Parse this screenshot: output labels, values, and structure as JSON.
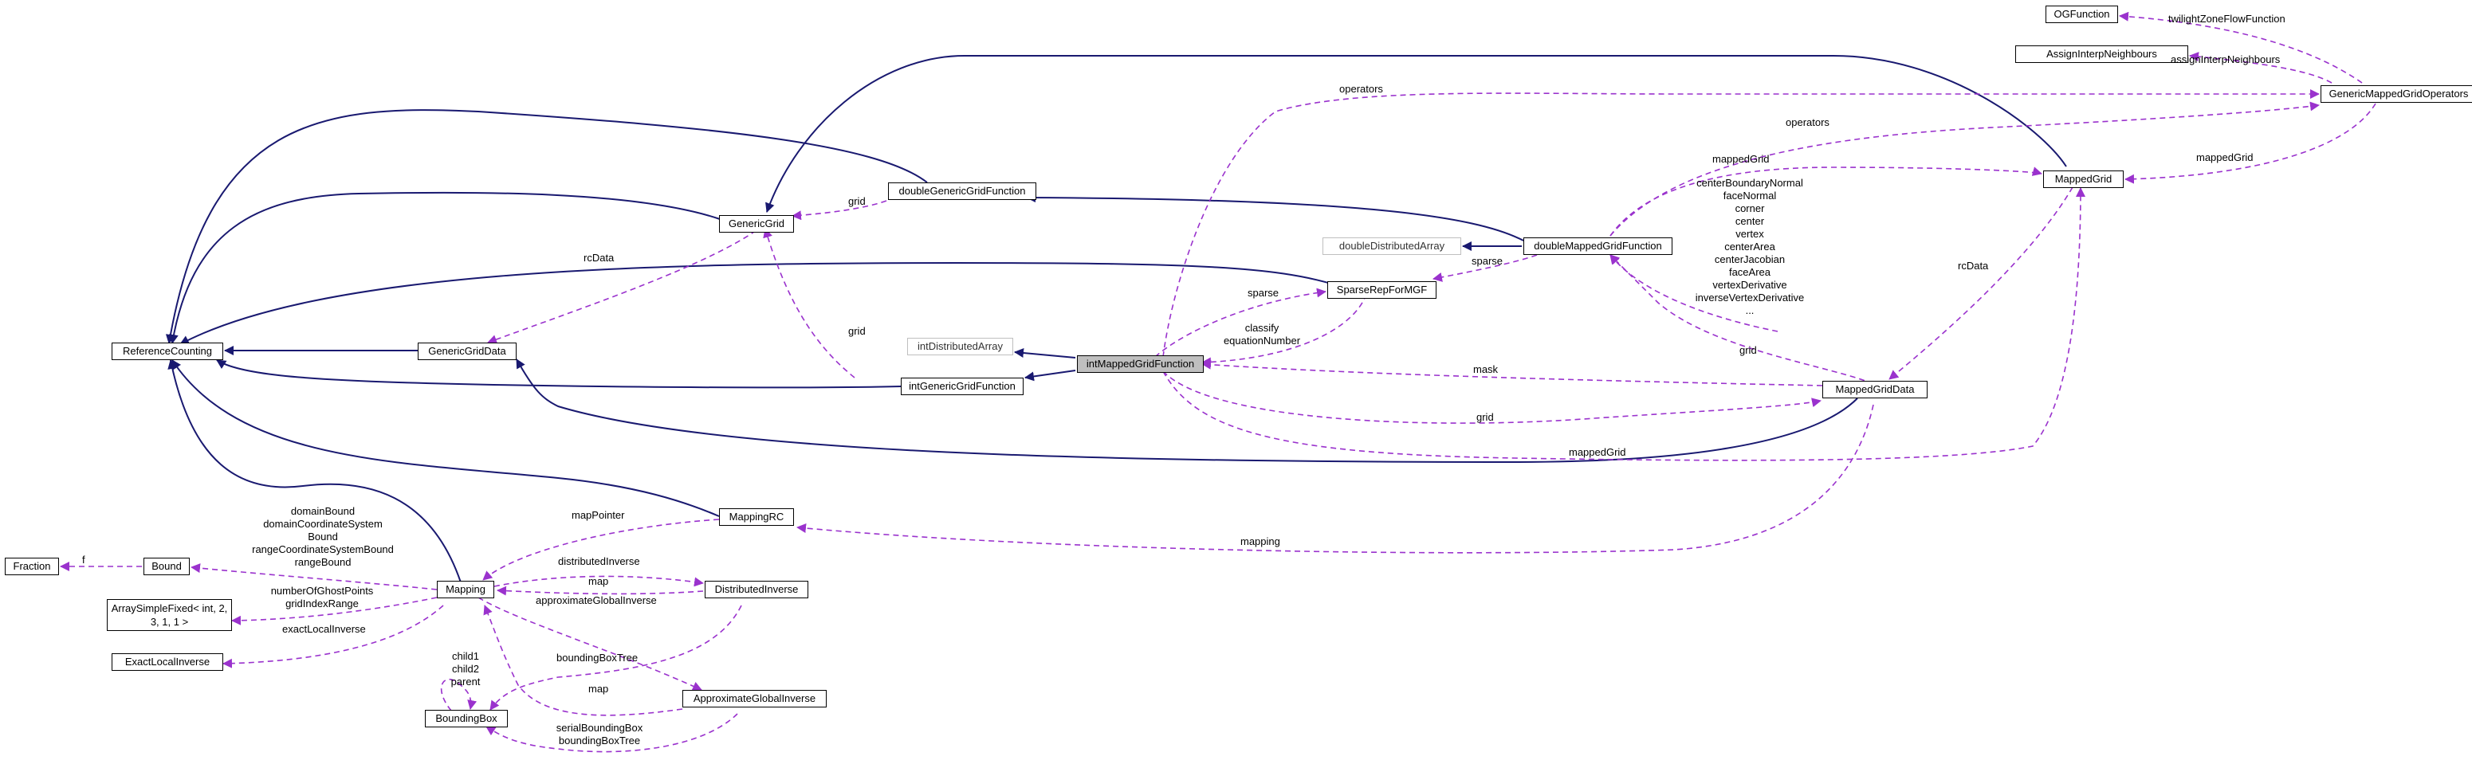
{
  "nodes": {
    "ogfunction": "OGFunction",
    "assigninterp": "AssignInterpNeighbours",
    "genericmappedgridoperators": "GenericMappedGridOperators",
    "mappedgrid": "MappedGrid",
    "doublegenericgridfunction": "doubleGenericGridFunction",
    "genericgrid": "GenericGrid",
    "doubledistributedarray": "doubleDistributedArray",
    "doublemappedgridfunction": "doubleMappedGridFunction",
    "sparserepformgf": "SparseRepForMGF",
    "referencecounting": "ReferenceCounting",
    "genericgriddata": "GenericGridData",
    "intdistributedarray": "intDistributedArray",
    "intmappedgridfunction": "intMappedGridFunction",
    "intgenericgridfunction": "intGenericGridFunction",
    "mappedgriddata": "MappedGridData",
    "mappingrc": "MappingRC",
    "fraction": "Fraction",
    "bound": "Bound",
    "mapping": "Mapping",
    "distributedinverse": "DistributedInverse",
    "arraysimplefixed": "ArraySimpleFixed< int, 2, 3, 1, 1 >",
    "exactlocalinverse": "ExactLocalInverse",
    "boundingbox": "BoundingBox",
    "approximateglobalinverse": "ApproximateGlobalInverse"
  },
  "edge_labels": {
    "twilightzone": "twilightZoneFlowFunction",
    "assigninterp": "assignInterpNeighbours",
    "operators_top": "operators",
    "operators_mid": "operators",
    "mappedgrid_ops": "mappedGrid",
    "mappedgrid_dmgf": "mappedGrid",
    "grid_dggf": "grid",
    "rcdata_sparse": "rcData",
    "sparse_dmgf": "sparse",
    "sparse_imgf": "sparse",
    "grid_iggf": "grid",
    "classify": [
      "classify",
      "equationNumber"
    ],
    "mask": "mask",
    "grid_mgd": "grid",
    "grid_imgf": "grid",
    "rcdata_mgd": "rcData",
    "mappedgrid_imgf": "mappedGrid",
    "dmgf_fields": [
      "centerBoundaryNormal",
      "faceNormal",
      "corner",
      "center",
      "vertex",
      "centerArea",
      "centerJacobian",
      "faceArea",
      "vertexDerivative",
      "inverseVertexDerivative",
      "..."
    ],
    "mappointer": "mapPointer",
    "mapping_mgd": "mapping",
    "bound_fields": [
      "domainBound",
      "domainCoordinateSystem",
      "Bound",
      "rangeCoordinateSystemBound",
      "rangeBound"
    ],
    "fraction_f": "f",
    "distributedinverse": "distributedInverse",
    "map_di": "map",
    "approxglobal": "approximateGlobalInverse",
    "ghostpoints": [
      "numberOfGhostPoints",
      "gridIndexRange"
    ],
    "exactlocal": "exactLocalInverse",
    "boundingboxtree_di": "boundingBoxTree",
    "children": [
      "child1",
      "child2",
      "parent"
    ],
    "map_agi": "map",
    "serialbb": [
      "serialBoundingBox",
      "boundingBoxTree"
    ]
  }
}
